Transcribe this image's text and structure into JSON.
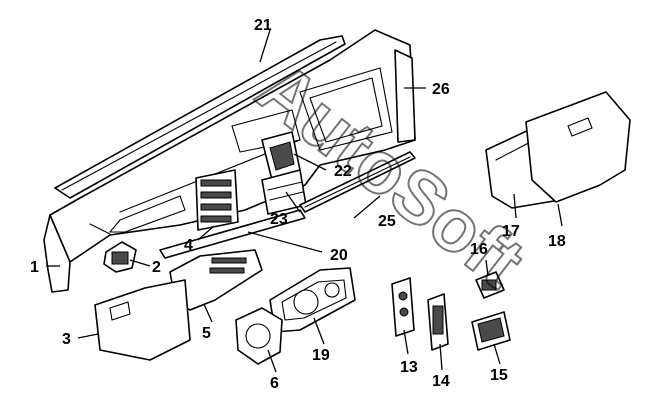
{
  "diagram": {
    "type": "exploded-parts-diagram",
    "subject": "dashboard-assembly",
    "callouts": [
      "1",
      "2",
      "3",
      "4",
      "5",
      "6",
      "13",
      "14",
      "15",
      "16",
      "17",
      "18",
      "19",
      "20",
      "21",
      "22",
      "23",
      "25",
      "26"
    ]
  },
  "watermark": {
    "text": "AutoSoft",
    "color": "#000000"
  },
  "colors": {
    "line": "#000000",
    "background": "#ffffff"
  }
}
